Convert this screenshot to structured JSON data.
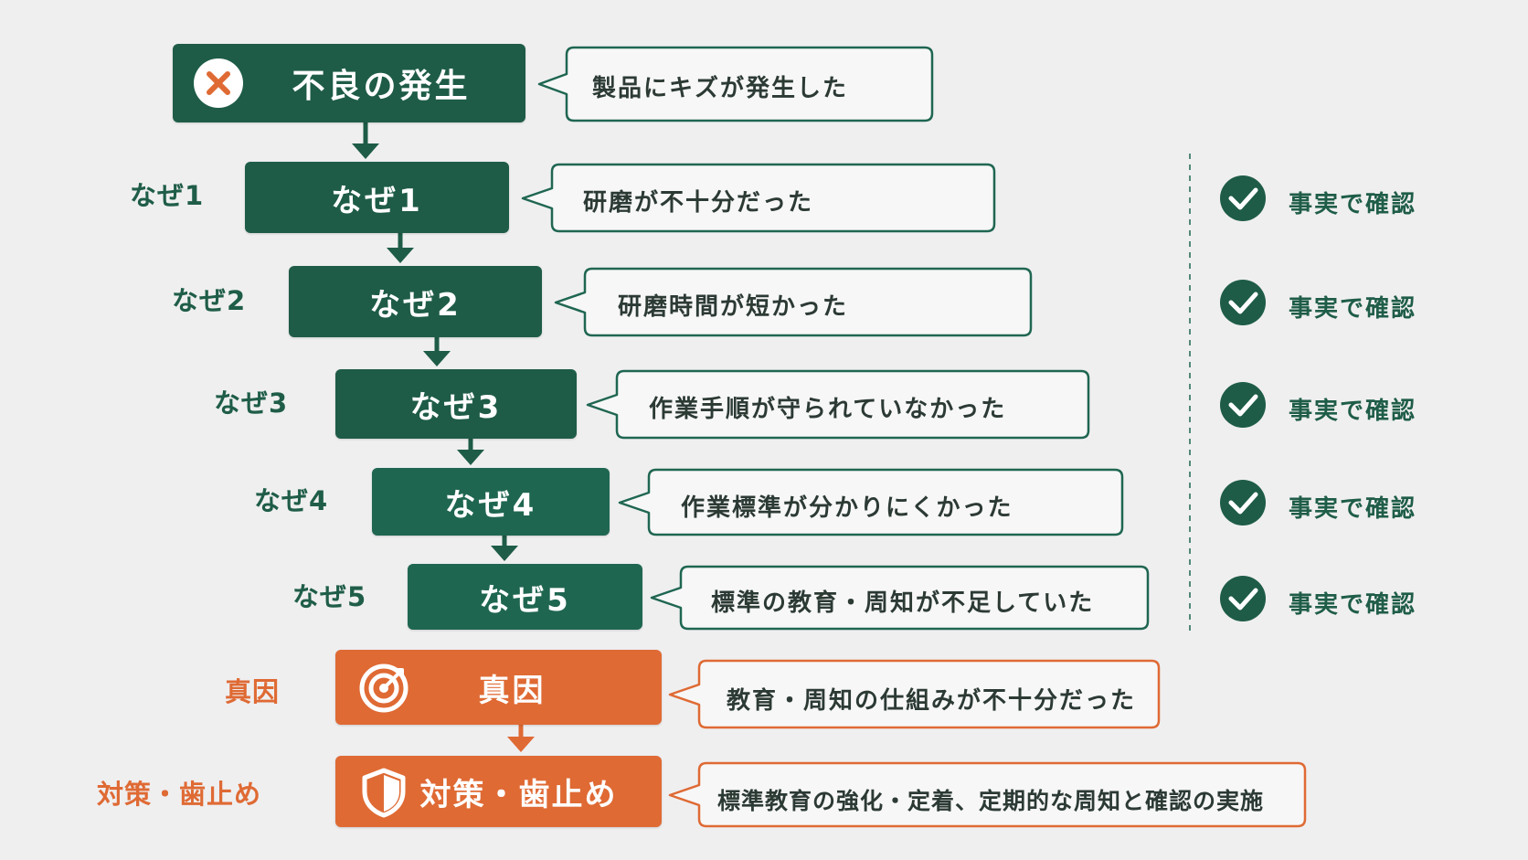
{
  "steps": [
    {
      "id": "occurrence",
      "side_label": "",
      "box_label": "不良の発生",
      "note": "製品にキズが発生した",
      "check": ""
    },
    {
      "id": "why1",
      "side_label": "なぜ1",
      "box_label": "なぜ1",
      "note": "研磨が不十分だった",
      "check": "事実で確認"
    },
    {
      "id": "why2",
      "side_label": "なぜ2",
      "box_label": "なぜ2",
      "note": "研磨時間が短かった",
      "check": "事実で確認"
    },
    {
      "id": "why3",
      "side_label": "なぜ3",
      "box_label": "なぜ3",
      "note": "作業手順が守られていなかった",
      "check": "事実で確認"
    },
    {
      "id": "why4",
      "side_label": "なぜ4",
      "box_label": "なぜ4",
      "note": "作業標準が分かりにくかった",
      "check": "事実で確認"
    },
    {
      "id": "why5",
      "side_label": "なぜ5",
      "box_label": "なぜ5",
      "note": "標準の教育・周知が不足していた",
      "check": "事実で確認"
    },
    {
      "id": "root",
      "side_label": "真因",
      "box_label": "真因",
      "note": "教育・周知の仕組みが不十分だった",
      "check": ""
    },
    {
      "id": "countermeasure",
      "side_label": "対策・歯止め",
      "box_label": "対策・歯止め",
      "note": "標準教育の強化・定着、定期的な周知と確認の実施",
      "check": ""
    }
  ],
  "icons": {
    "occurrence": "x-circle-icon",
    "check": "check-circle-icon",
    "root": "target-icon",
    "countermeasure": "shield-icon"
  },
  "colors": {
    "green": "#1e5c47",
    "orange": "#df6a34",
    "background": "#efeff0"
  }
}
